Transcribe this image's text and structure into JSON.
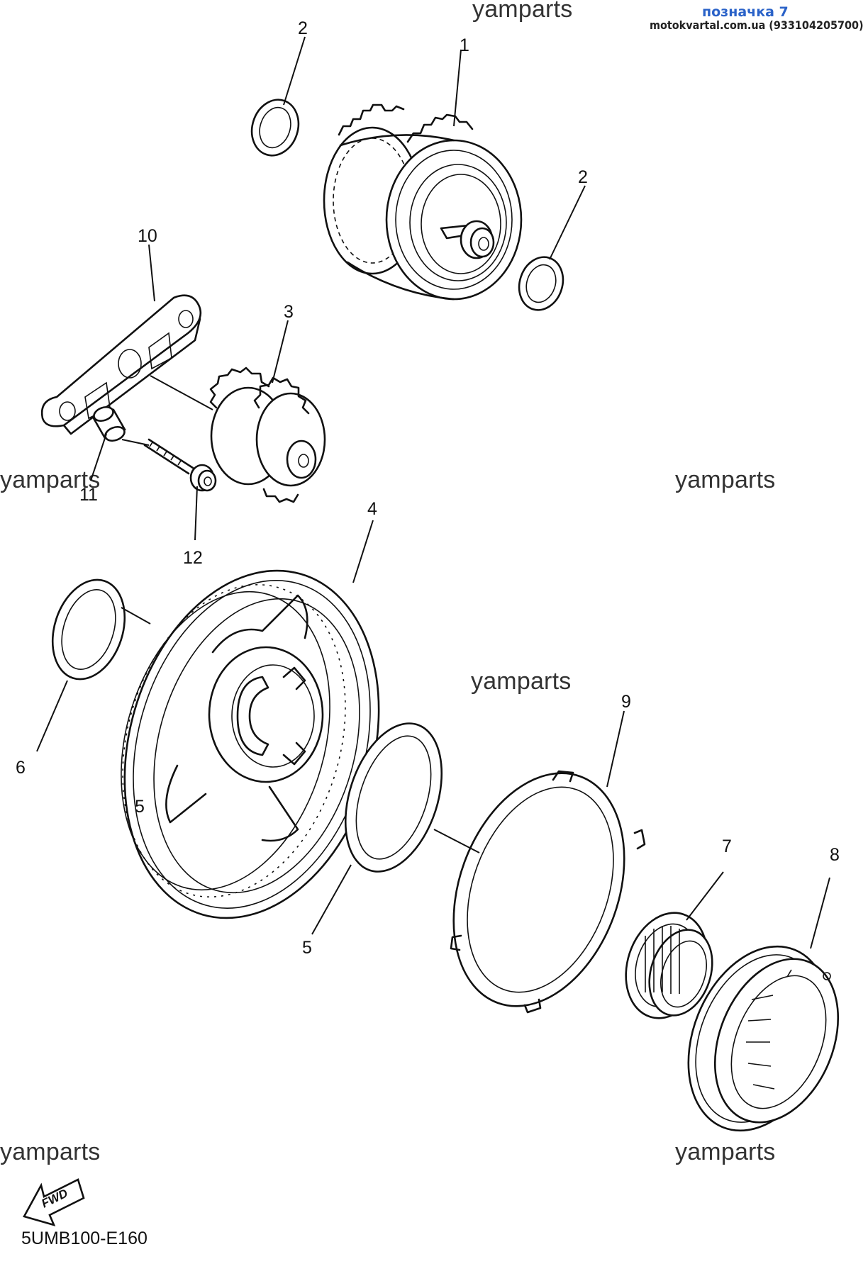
{
  "header": {
    "tag": "позначка 7",
    "site": "motokvartal.com.ua (933104205700)"
  },
  "watermarks": {
    "top": "yamparts",
    "left_mid": "yamparts",
    "right_mid": "yamparts",
    "center": "yamparts",
    "bottom_left": "yamparts",
    "bottom_right": "yamparts"
  },
  "callouts": {
    "c1": "1",
    "c2a": "2",
    "c2b": "2",
    "c3": "3",
    "c4": "4",
    "c5a": "5",
    "c5b": "5",
    "c6": "6",
    "c7": "7",
    "c8": "8",
    "c9": "9",
    "c10": "10",
    "c11": "11",
    "c12": "12"
  },
  "fwd_badge": "FWD",
  "diagram_code": "5UMB100-E160"
}
